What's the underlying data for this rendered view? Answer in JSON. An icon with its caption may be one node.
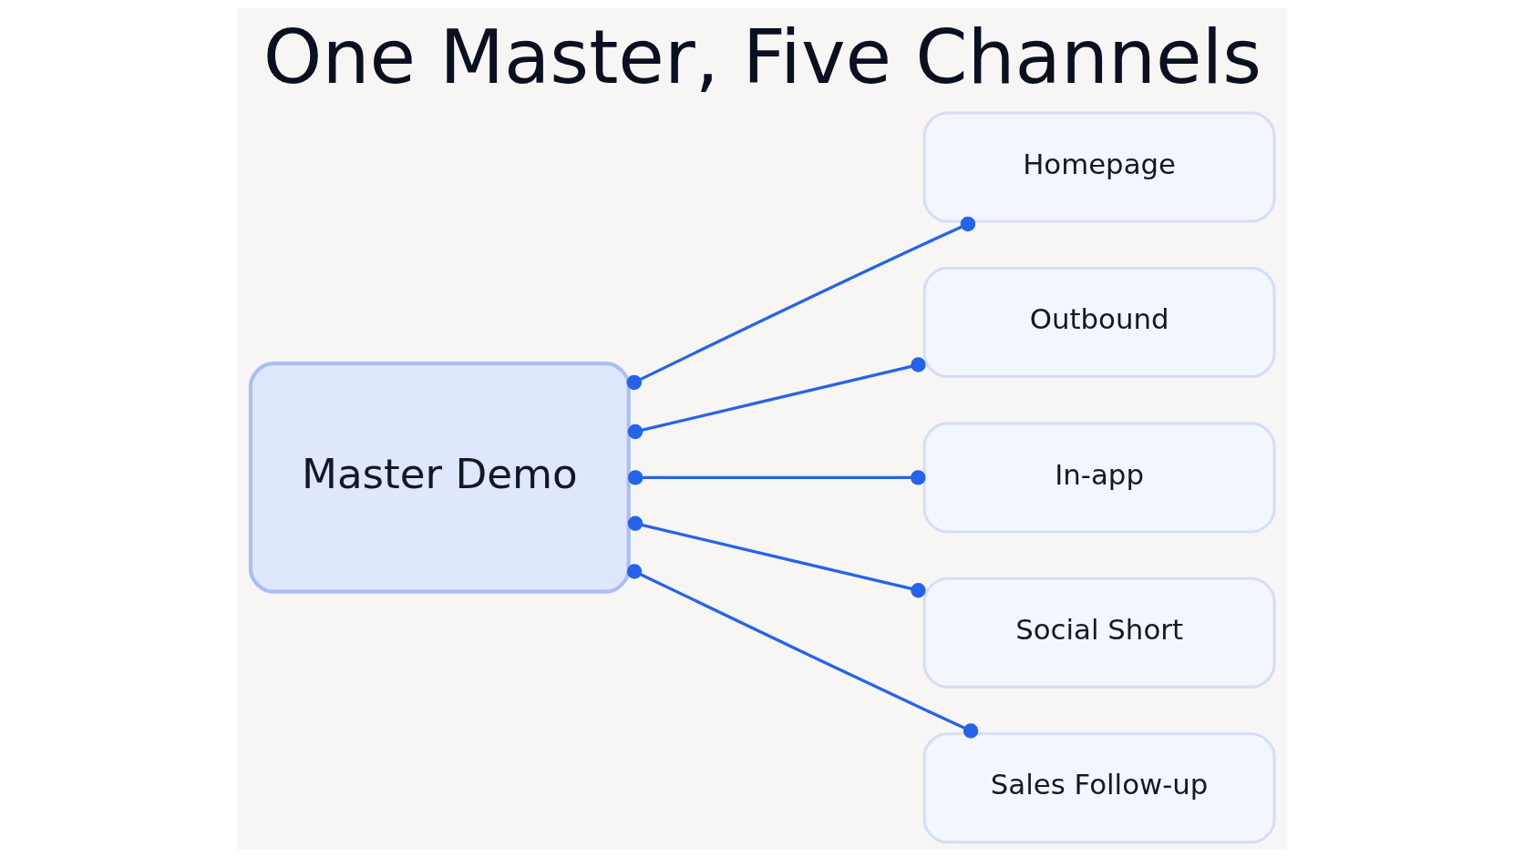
{
  "diagram": {
    "title": "One Master, Five Channels",
    "nodes": [
      {
        "text": [
          "Master Demo"
        ]
      },
      {
        "text": [
          "Homepage"
        ]
      },
      {
        "text": [
          "Outbound"
        ]
      },
      {
        "text": [
          "In-app"
        ]
      },
      {
        "text": [
          "Social Short"
        ]
      },
      {
        "text": [
          "Sales Follow-up"
        ]
      }
    ],
    "edges": [
      {
        "from": 0,
        "to": 1,
        "arrow": "other"
      },
      {
        "from": 0,
        "to": 2,
        "arrow": "other"
      },
      {
        "from": 0,
        "to": 3,
        "arrow": "other"
      },
      {
        "from": 0,
        "to": 4,
        "arrow": "other"
      },
      {
        "from": 0,
        "to": 5,
        "arrow": "other"
      }
    ]
  }
}
